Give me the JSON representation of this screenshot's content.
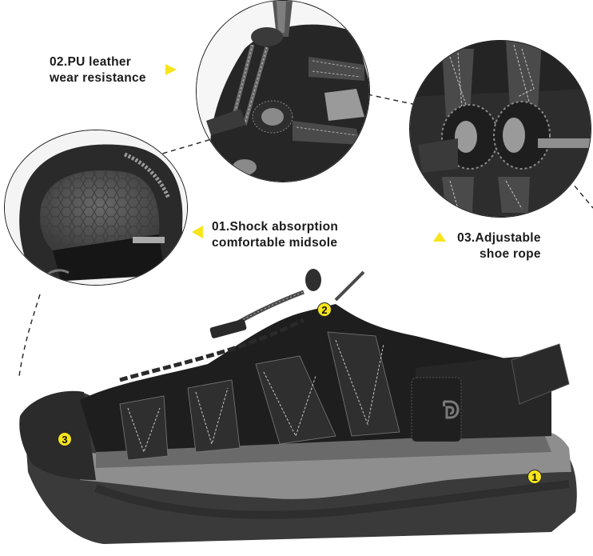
{
  "features": [
    {
      "id": "01",
      "number_label": "01.Shock absorption",
      "lines": [
        "01.Shock absorption",
        "comfortable midsole"
      ],
      "badge": "1",
      "pointer": "left"
    },
    {
      "id": "02",
      "lines": [
        "02.PU leather",
        "wear resistance"
      ],
      "badge": "2",
      "pointer": "right"
    },
    {
      "id": "03",
      "lines": [
        "03.Adjustable",
        "shoe rope"
      ],
      "badge": "3",
      "pointer": "up"
    }
  ],
  "colors": {
    "accent_yellow": "#f7e51c",
    "text": "#1a1a1a",
    "upper_black": "#1e1e1e",
    "midsole_gray": "#8e8e8e",
    "outsole_dark": "#3a3a3a",
    "webbing_gray": "#9a9a9a",
    "background": "#ffffff"
  },
  "icons": {
    "brand_logo": "D-logo",
    "pointer_triangle": "yellow-triangle"
  }
}
